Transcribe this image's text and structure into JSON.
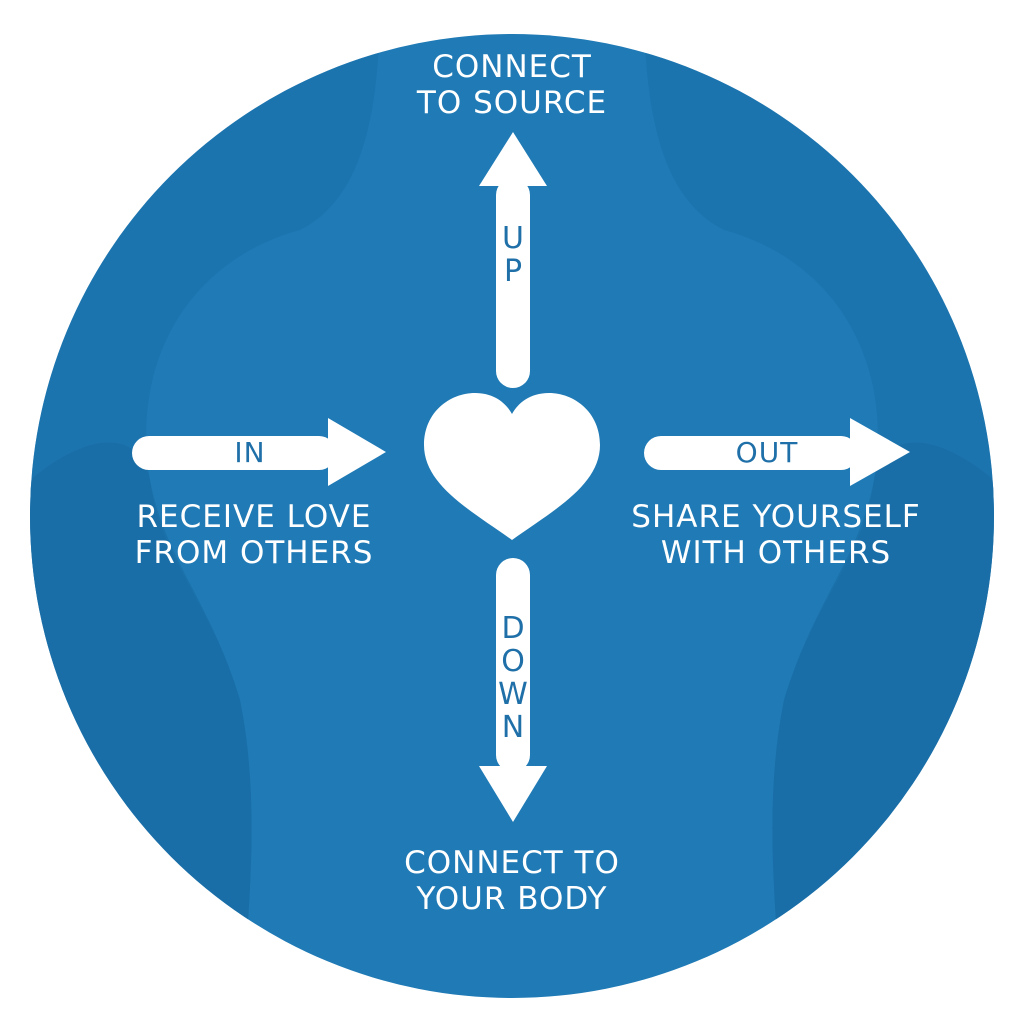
{
  "colors": {
    "circle": "#1f7ab5",
    "shadow": "#1868a0",
    "white": "#ffffff",
    "arrow_text": "#1f6fa8"
  },
  "up": {
    "word": [
      "U",
      "P"
    ],
    "label": [
      "CONNECT",
      "TO SOURCE"
    ]
  },
  "down": {
    "word": [
      "D",
      "O",
      "W",
      "N"
    ],
    "label": [
      "CONNECT TO",
      "YOUR BODY"
    ]
  },
  "in": {
    "word": "IN",
    "label": [
      "RECEIVE LOVE",
      "FROM OTHERS"
    ]
  },
  "out": {
    "word": "OUT",
    "label": [
      "SHARE YOURSELF",
      "WITH OTHERS"
    ]
  },
  "center_icon": "heart-icon"
}
